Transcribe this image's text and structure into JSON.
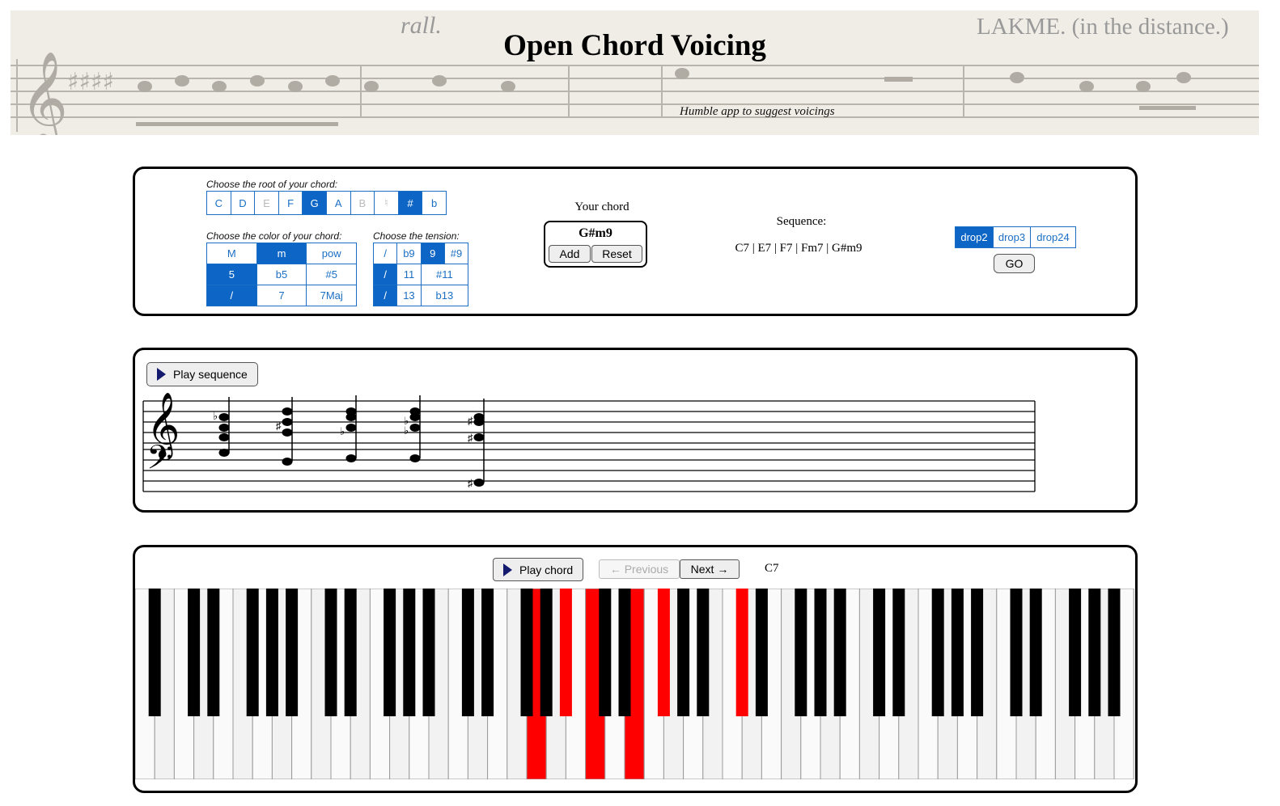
{
  "header": {
    "title": "Open Chord Voicing",
    "subtitle": "Humble app to suggest voicings",
    "deco_left": "rall.",
    "deco_right": "LAKME. (in the distance.)"
  },
  "chord_builder": {
    "root_label": "Choose the root of your chord:",
    "roots": [
      {
        "label": "C",
        "state": "normal"
      },
      {
        "label": "D",
        "state": "normal"
      },
      {
        "label": "E",
        "state": "disabled"
      },
      {
        "label": "F",
        "state": "normal"
      },
      {
        "label": "G",
        "state": "selected"
      },
      {
        "label": "A",
        "state": "normal"
      },
      {
        "label": "B",
        "state": "disabled"
      },
      {
        "label": "♮",
        "state": "disabled"
      },
      {
        "label": "#",
        "state": "selected"
      },
      {
        "label": "b",
        "state": "normal"
      }
    ],
    "color_label": "Choose the color of your chord:",
    "colors": [
      [
        {
          "label": "M",
          "state": "normal"
        },
        {
          "label": "m",
          "state": "selected"
        },
        {
          "label": "pow",
          "state": "normal"
        }
      ],
      [
        {
          "label": "5",
          "state": "selected"
        },
        {
          "label": "b5",
          "state": "normal"
        },
        {
          "label": "#5",
          "state": "normal"
        }
      ],
      [
        {
          "label": "/",
          "state": "selected"
        },
        {
          "label": "7",
          "state": "normal"
        },
        {
          "label": "7Maj",
          "state": "normal"
        }
      ]
    ],
    "tension_label": "Choose the tension:",
    "tensions": [
      [
        {
          "label": "/",
          "state": "normal"
        },
        {
          "label": "b9",
          "state": "normal"
        },
        {
          "label": "9",
          "state": "selected"
        },
        {
          "label": "#9",
          "state": "normal"
        }
      ],
      [
        {
          "label": "/",
          "state": "selected"
        },
        {
          "label": "11",
          "state": "normal"
        },
        {
          "label": "#11",
          "state": "normal"
        }
      ],
      [
        {
          "label": "/",
          "state": "selected"
        },
        {
          "label": "13",
          "state": "normal"
        },
        {
          "label": "b13",
          "state": "normal"
        }
      ]
    ],
    "your_chord_label": "Your chord",
    "current_chord": "G#m9",
    "add_label": "Add",
    "reset_label": "Reset",
    "sequence_label": "Sequence:",
    "sequence": [
      "C7",
      "E7",
      "F7",
      "Fm7",
      "G#m9"
    ],
    "drops": [
      {
        "label": "drop2",
        "state": "selected"
      },
      {
        "label": "drop3",
        "state": "normal"
      },
      {
        "label": "drop24",
        "state": "normal"
      }
    ],
    "go_label": "GO"
  },
  "score": {
    "play_sequence_label": "Play sequence"
  },
  "piano": {
    "play_chord_label": "Play chord",
    "previous_label": "← Previous",
    "next_label": "Next →",
    "current_chord": "C7",
    "highlight_color": "#ff0000",
    "highlighted_white_keys": [
      20,
      23,
      25
    ],
    "highlighted_black_keys": [
      15,
      18,
      21
    ]
  }
}
